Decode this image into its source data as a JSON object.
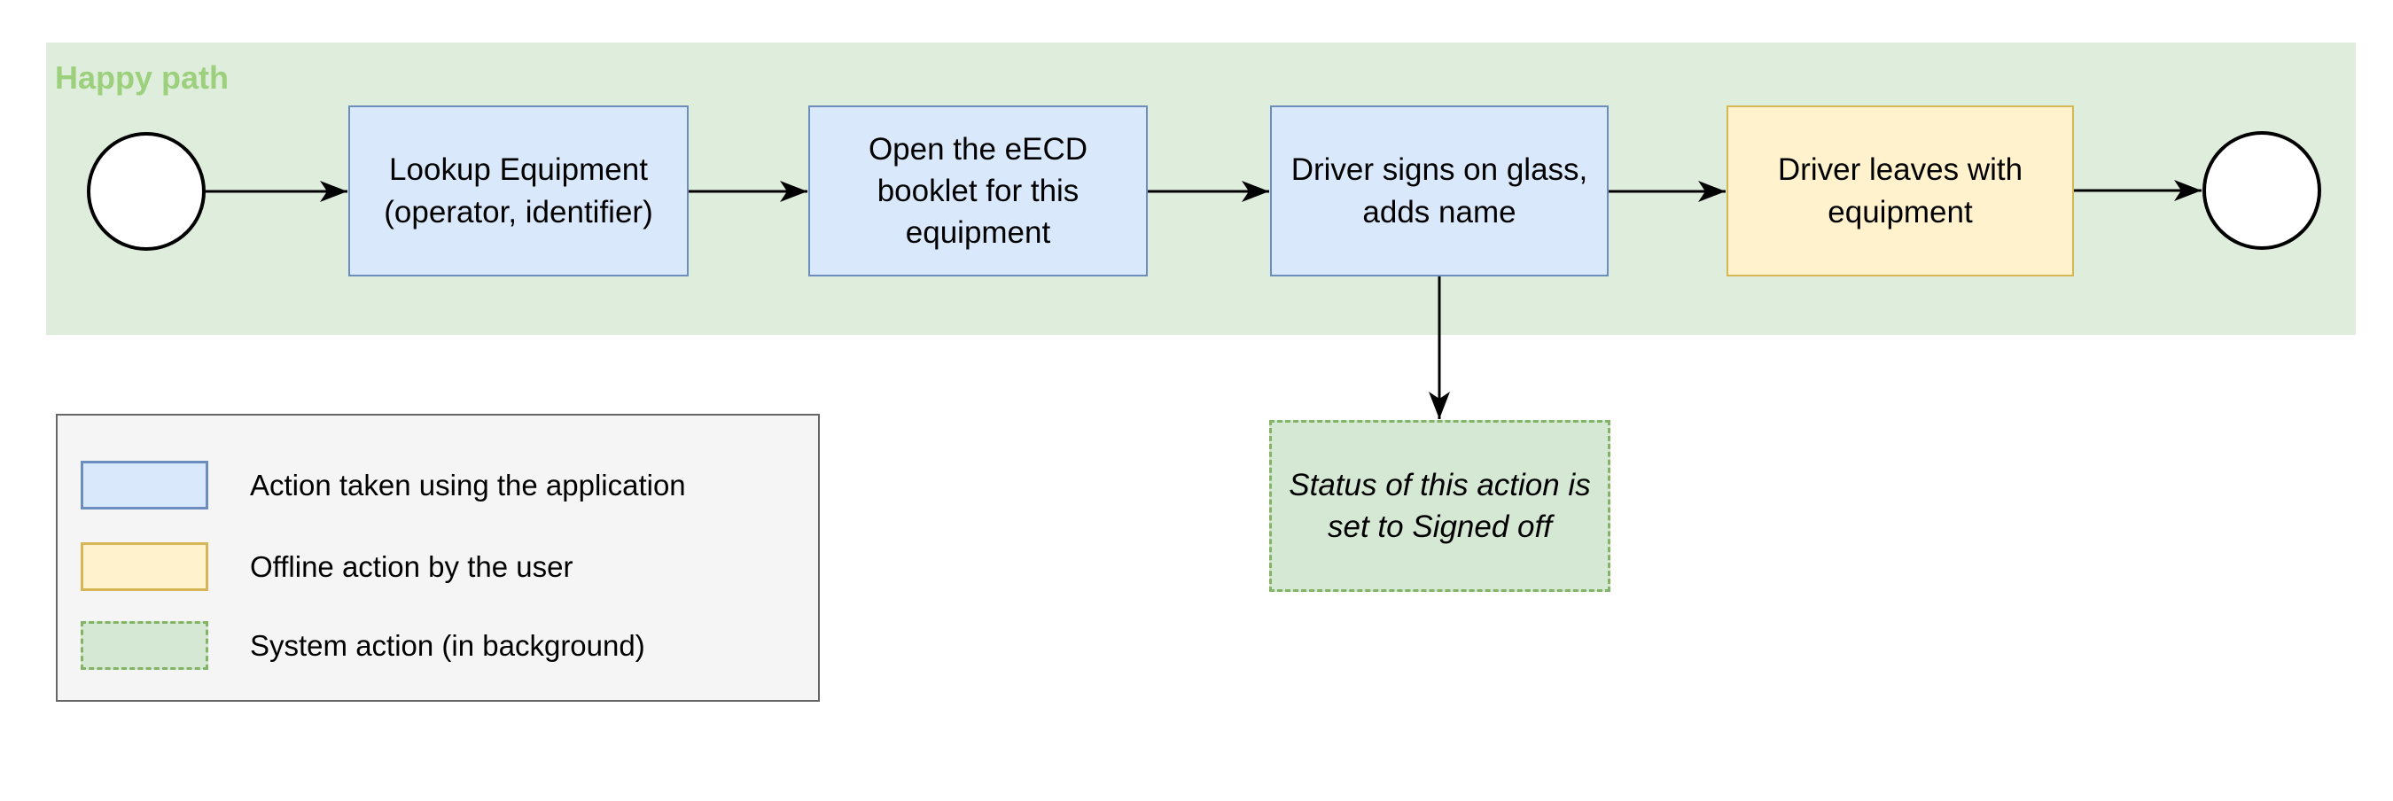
{
  "colors": {
    "canvas-bg": "#ffffff",
    "band-fill": "#dfeedc",
    "band-title": "#9cd07c",
    "app-fill": "#dae8fc",
    "app-stroke": "#6c8ebf",
    "offline-fill": "#fff2cc",
    "offline-stroke": "#d6b656",
    "system-fill": "#d5e8d4",
    "system-stroke": "#82b366",
    "legend-fill": "#f5f5f5",
    "legend-stroke": "#666666",
    "connector": "#000000",
    "text": "#000000"
  },
  "diagram": {
    "title": "Happy path",
    "nodes": {
      "start": {
        "type": "start-event"
      },
      "lookup": {
        "label": "Lookup Equipment\n(operator, identifier)",
        "type": "application-action"
      },
      "open_booklet": {
        "label": "Open the eECD\nbooklet for this\nequipment",
        "type": "application-action"
      },
      "sign": {
        "label": "Driver signs on glass,\nadds name",
        "type": "application-action"
      },
      "leave": {
        "label": "Driver leaves with\nequipment",
        "type": "offline-action"
      },
      "end": {
        "type": "end-event"
      },
      "status": {
        "label": "Status of this action is\nset to Signed off",
        "type": "system-action"
      }
    },
    "edges": [
      {
        "from": "start",
        "to": "lookup"
      },
      {
        "from": "lookup",
        "to": "open_booklet"
      },
      {
        "from": "open_booklet",
        "to": "sign"
      },
      {
        "from": "sign",
        "to": "leave"
      },
      {
        "from": "leave",
        "to": "end"
      },
      {
        "from": "sign",
        "to": "status"
      }
    ]
  },
  "legend": {
    "items": [
      {
        "label": "Action taken using the application",
        "swatch": "application-action"
      },
      {
        "label": "Offline action by the user",
        "swatch": "offline-action"
      },
      {
        "label": "System action (in background)",
        "swatch": "system-action"
      }
    ]
  }
}
